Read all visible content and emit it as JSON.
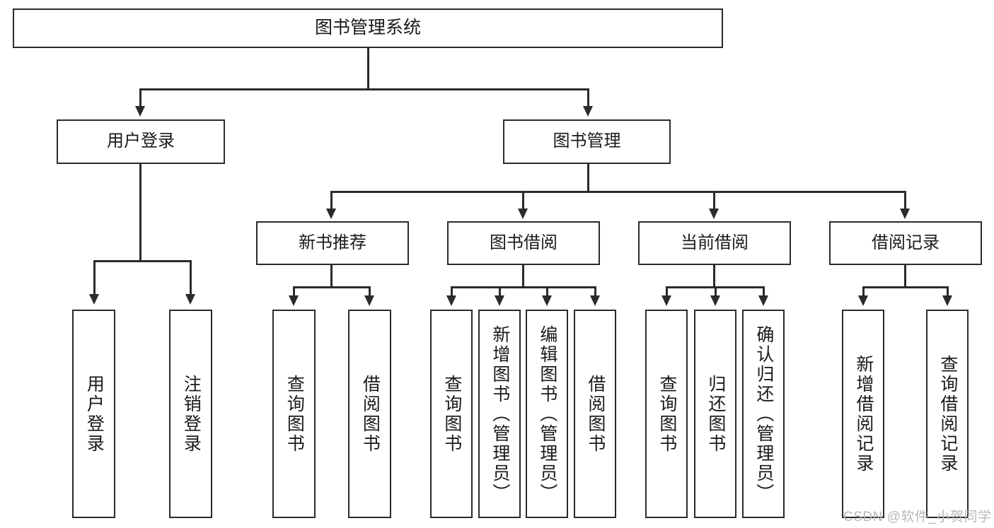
{
  "diagram": {
    "title": "图书管理系统",
    "type": "tree",
    "watermark": "CSDN @软件_小贺同学",
    "colors": {
      "stroke": "#2b2b2b",
      "fill": "#ffffff",
      "text": "#1a1a1a",
      "watermark": "#b9b9b9"
    },
    "nodes": {
      "root": {
        "label": "图书管理系统"
      },
      "level2": [
        {
          "label": "用户登录"
        },
        {
          "label": "图书管理"
        }
      ],
      "level3": [
        {
          "label": "新书推荐"
        },
        {
          "label": "图书借阅"
        },
        {
          "label": "当前借阅"
        },
        {
          "label": "借阅记录"
        }
      ],
      "leaves_user_login": [
        {
          "label": "用户登录"
        },
        {
          "label": "注销登录"
        }
      ],
      "leaves_new_book": [
        {
          "label": "查询图书"
        },
        {
          "label": "借阅图书"
        }
      ],
      "leaves_borrow": [
        {
          "label": "查询图书"
        },
        {
          "label": "新增图书（管理员）"
        },
        {
          "label": "编辑图书（管理员）"
        },
        {
          "label": "借阅图书"
        }
      ],
      "leaves_current": [
        {
          "label": "查询图书"
        },
        {
          "label": "归还图书"
        },
        {
          "label": "确认归还（管理员）"
        }
      ],
      "leaves_records": [
        {
          "label": "新增借阅记录"
        },
        {
          "label": "查询借阅记录"
        }
      ]
    }
  }
}
